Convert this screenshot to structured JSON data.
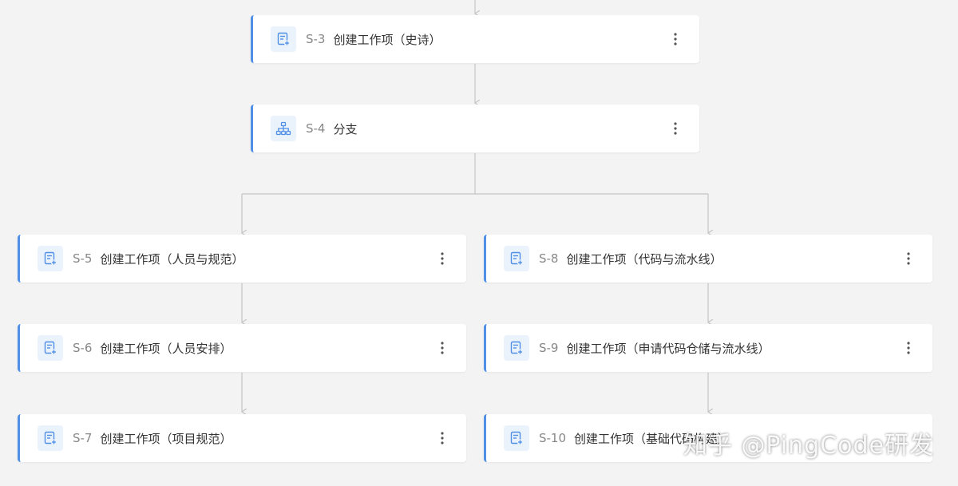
{
  "flow": {
    "nodes": [
      {
        "id": "S-3",
        "title": "创建工作项（史诗）",
        "icon": "create-work-item-icon"
      },
      {
        "id": "S-4",
        "title": "分支",
        "icon": "branch-icon"
      },
      {
        "id": "S-5",
        "title": "创建工作项（人员与规范）",
        "icon": "create-work-item-icon"
      },
      {
        "id": "S-6",
        "title": "创建工作项（人员安排）",
        "icon": "create-work-item-icon"
      },
      {
        "id": "S-7",
        "title": "创建工作项（项目规范）",
        "icon": "create-work-item-icon"
      },
      {
        "id": "S-8",
        "title": "创建工作项（代码与流水线）",
        "icon": "create-work-item-icon"
      },
      {
        "id": "S-9",
        "title": "创建工作项（申请代码仓储与流水线）",
        "icon": "create-work-item-icon"
      },
      {
        "id": "S-10",
        "title": "创建工作项（基础代码构建）",
        "icon": "create-work-item-icon"
      }
    ]
  },
  "watermark": {
    "text": "知乎 @PingCode研发"
  },
  "colors": {
    "accent": "#4f8fe5",
    "icon_bg": "#eaf2fc",
    "connector": "#c4c4c4",
    "background": "#f3f3f3"
  }
}
